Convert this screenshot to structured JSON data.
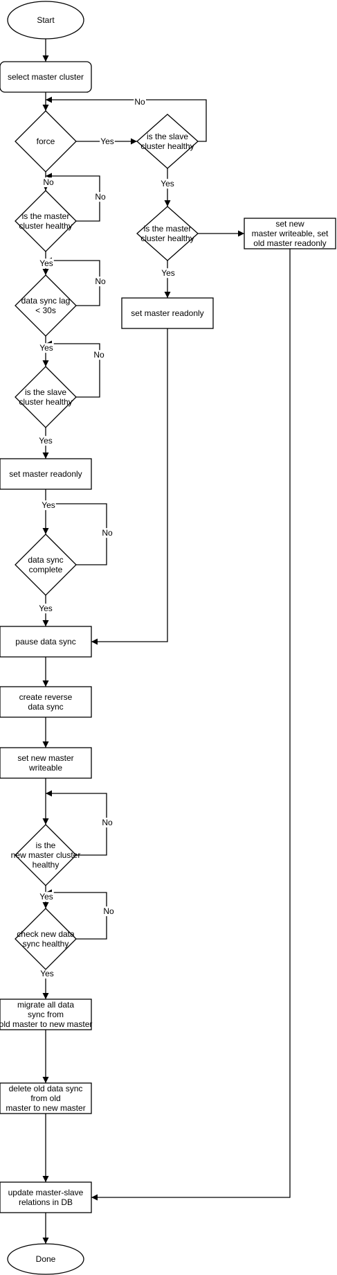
{
  "nodes": {
    "start": {
      "label": "Start",
      "shape": "ellipse"
    },
    "select_master_cluster": {
      "label": "select master cluster",
      "shape": "rounded-rect"
    },
    "force": {
      "label": "force",
      "shape": "diamond"
    },
    "is_master_healthy_1": {
      "label": "is the master cluster healthy",
      "shape": "diamond"
    },
    "data_sync_lag": {
      "label": "data sync lag < 30s",
      "shape": "diamond"
    },
    "is_slave_healthy_1": {
      "label": "is the slave cluster healthy",
      "shape": "diamond"
    },
    "set_master_readonly_1": {
      "label": "set master readonly",
      "shape": "rect"
    },
    "data_sync_complete": {
      "label": "data sync complete",
      "shape": "diamond"
    },
    "pause_data_sync": {
      "label": "pause data sync",
      "shape": "rect"
    },
    "create_reverse_sync": {
      "label": "create reverse data sync",
      "shape": "rect"
    },
    "set_new_master_writeable": {
      "label": "set new master writeable",
      "shape": "rect"
    },
    "is_new_master_healthy": {
      "label": "is the new master cluster healthy",
      "shape": "diamond"
    },
    "check_new_data_sync": {
      "label": "check new data sync healthy",
      "shape": "diamond"
    },
    "migrate_data_sync": {
      "label": "migrate all data sync from old master to new master",
      "shape": "rect"
    },
    "delete_old_data_sync": {
      "label": "delete old data sync from old master to new master",
      "shape": "rect"
    },
    "update_relations": {
      "label": "update master-slave relations in DB",
      "shape": "rect"
    },
    "done": {
      "label": "Done",
      "shape": "ellipse"
    },
    "is_slave_healthy_2": {
      "label": "is the slave cluster healthy",
      "shape": "diamond"
    },
    "is_master_healthy_2": {
      "label": "is the master cluster healthy",
      "shape": "diamond"
    },
    "set_master_readonly_2": {
      "label": "set master readonly",
      "shape": "rect"
    },
    "set_new_master_writeable_old_readonly": {
      "label": "set new master writeable, set old master readonly",
      "shape": "rect"
    }
  },
  "edges": [
    {
      "from": "start",
      "to": "select_master_cluster",
      "label": ""
    },
    {
      "from": "select_master_cluster",
      "to": "force",
      "label": ""
    },
    {
      "from": "force",
      "to": "is_master_healthy_1",
      "label": "No"
    },
    {
      "from": "force",
      "to": "is_slave_healthy_2",
      "label": "Yes"
    },
    {
      "from": "is_master_healthy_1",
      "to": "is_master_healthy_1",
      "label": "No"
    },
    {
      "from": "is_master_healthy_1",
      "to": "data_sync_lag",
      "label": "Yes"
    },
    {
      "from": "data_sync_lag",
      "to": "data_sync_lag",
      "label": "No"
    },
    {
      "from": "data_sync_lag",
      "to": "is_slave_healthy_1",
      "label": "Yes"
    },
    {
      "from": "is_slave_healthy_1",
      "to": "is_slave_healthy_1",
      "label": "No"
    },
    {
      "from": "is_slave_healthy_1",
      "to": "set_master_readonly_1",
      "label": "Yes"
    },
    {
      "from": "set_master_readonly_1",
      "to": "data_sync_complete",
      "label": "Yes"
    },
    {
      "from": "data_sync_complete",
      "to": "data_sync_complete",
      "label": "No"
    },
    {
      "from": "data_sync_complete",
      "to": "pause_data_sync",
      "label": "Yes"
    },
    {
      "from": "pause_data_sync",
      "to": "create_reverse_sync",
      "label": ""
    },
    {
      "from": "create_reverse_sync",
      "to": "set_new_master_writeable",
      "label": ""
    },
    {
      "from": "set_new_master_writeable",
      "to": "is_new_master_healthy",
      "label": ""
    },
    {
      "from": "is_new_master_healthy",
      "to": "is_new_master_healthy",
      "label": "No"
    },
    {
      "from": "is_new_master_healthy",
      "to": "check_new_data_sync",
      "label": "Yes"
    },
    {
      "from": "check_new_data_sync",
      "to": "check_new_data_sync",
      "label": "No"
    },
    {
      "from": "check_new_data_sync",
      "to": "migrate_data_sync",
      "label": "Yes"
    },
    {
      "from": "migrate_data_sync",
      "to": "delete_old_data_sync",
      "label": ""
    },
    {
      "from": "delete_old_data_sync",
      "to": "update_relations",
      "label": ""
    },
    {
      "from": "update_relations",
      "to": "done",
      "label": ""
    },
    {
      "from": "is_slave_healthy_2",
      "to": "select_master_cluster",
      "label": "No"
    },
    {
      "from": "is_slave_healthy_2",
      "to": "is_master_healthy_2",
      "label": "Yes"
    },
    {
      "from": "is_master_healthy_2",
      "to": "set_master_readonly_2",
      "label": "Yes"
    },
    {
      "from": "is_master_healthy_2",
      "to": "set_new_master_writeable_old_readonly",
      "label": ""
    },
    {
      "from": "set_master_readonly_2",
      "to": "pause_data_sync",
      "label": ""
    },
    {
      "from": "set_new_master_writeable_old_readonly",
      "to": "update_relations",
      "label": ""
    }
  ]
}
